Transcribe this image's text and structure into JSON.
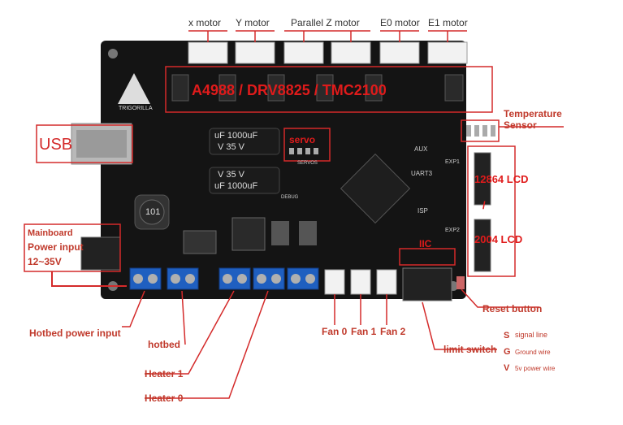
{
  "motors": {
    "x": "x motor",
    "y": "Y motor",
    "z": "Parallel Z motor",
    "e0": "E0 motor",
    "e1": "E1 motor"
  },
  "drivers_label": "A4988 / DRV8825 / TMC2100",
  "board_text": {
    "cap1": "uF 1000uF",
    "cap1b": "V 35 V",
    "cap2": "V 35 V",
    "cap2b": "uF 1000uF",
    "inductor": "101",
    "brand": "TRIGORILLA",
    "aux": "AUX",
    "uart": "UART3",
    "isp": "ISP",
    "exp1": "EXP1",
    "exp2": "EXP2",
    "servos_small": "SERVOS",
    "debug": "DEBUG"
  },
  "labels": {
    "usb": "USB",
    "servo": "servo",
    "temperature": "Temperature\nSensor",
    "temperature_line1": "Temperature",
    "temperature_line2": "Sensor",
    "lcd12864": "12864 LCD",
    "slash": "/",
    "lcd2004": "2004 LCD",
    "iic": "IIC",
    "mainboard": "Mainboard",
    "power_input": "Power input",
    "voltage": "12~35V",
    "reset": "Reset button",
    "hotbed_power": "Hotbed power input",
    "hotbed": "hotbed",
    "heater1": "Heater 1",
    "heater0": "Heater 0",
    "fan0": "Fan 0",
    "fan1": "Fan 1",
    "fan2": "Fan 2",
    "limit": "limit switch",
    "legend_s": "S",
    "legend_s_text": "signal line",
    "legend_g": "G",
    "legend_g_text": "Ground wire",
    "legend_v": "V",
    "legend_v_text": "5v power wire"
  },
  "colors": {
    "board": "#141414",
    "callout": "#d42a2a",
    "terminal": "#1f5fc0",
    "connector": "#f2f2f2"
  }
}
